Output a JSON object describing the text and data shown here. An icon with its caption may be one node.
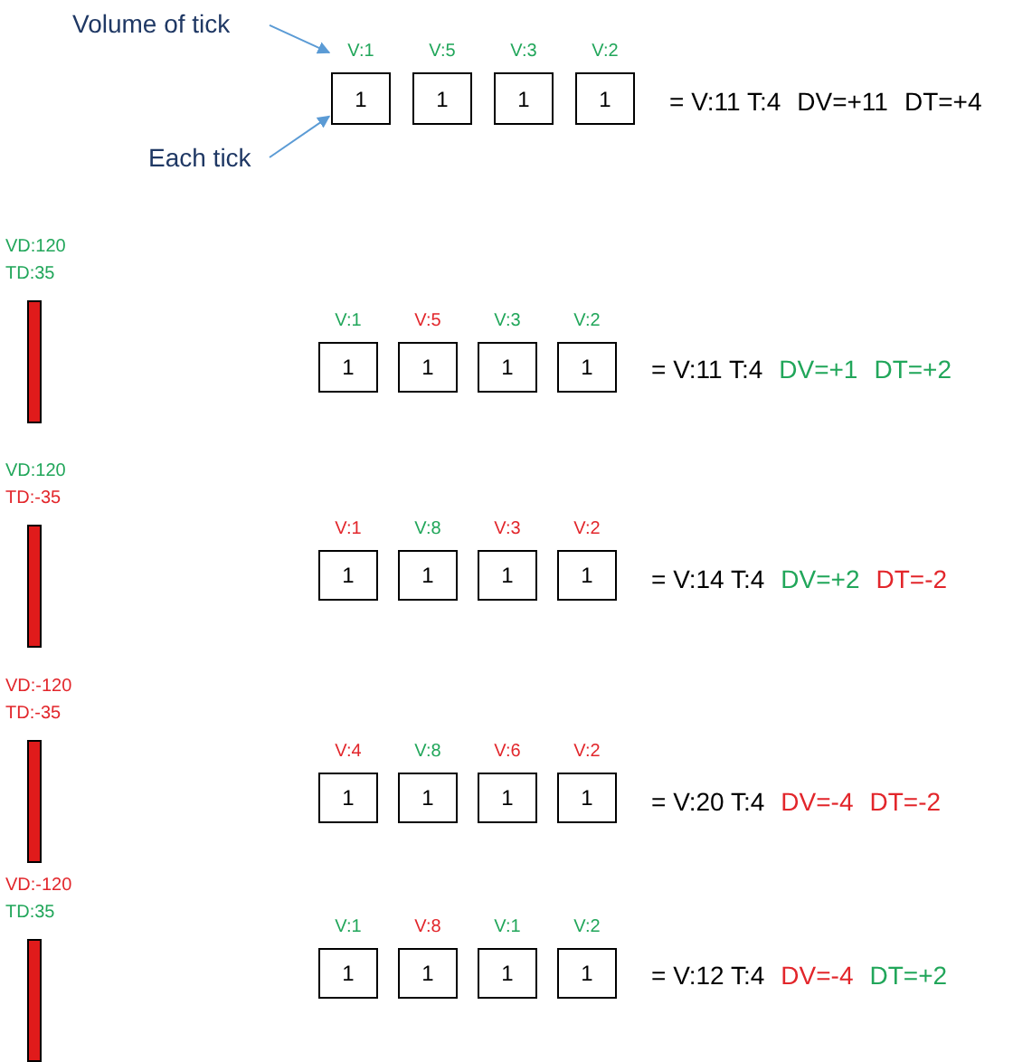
{
  "diagram": {
    "nodes": [
      {
        "text": [
          "Volume of tick"
        ]
      },
      {
        "text": [
          "1"
        ],
        "beside": [
          "V:1"
        ]
      },
      {
        "text": [
          "1"
        ],
        "beside": [
          "V:5"
        ]
      },
      {
        "text": [
          "1"
        ],
        "beside": [
          "V:3"
        ]
      },
      {
        "text": [
          "1"
        ],
        "beside": [
          "V:2"
        ]
      },
      {
        "text": [
          "Each tick"
        ]
      },
      {
        "text": [],
        "shape": "bar",
        "beside": [
          "VD:120",
          "TD:35"
        ]
      },
      {
        "text": [
          "1"
        ],
        "beside": [
          "V:1"
        ]
      },
      {
        "text": [
          "1"
        ],
        "beside": [
          "V:5"
        ]
      },
      {
        "text": [
          "1"
        ],
        "beside": [
          "V:3"
        ]
      },
      {
        "text": [
          "1"
        ],
        "beside": [
          "V:2"
        ]
      },
      {
        "text": [],
        "shape": "bar",
        "beside": [
          "VD:120",
          "TD:-35"
        ]
      },
      {
        "text": [
          "1"
        ],
        "beside": [
          "V:1"
        ]
      },
      {
        "text": [
          "1"
        ],
        "beside": [
          "V:8"
        ]
      },
      {
        "text": [
          "1"
        ],
        "beside": [
          "V:3"
        ]
      },
      {
        "text": [
          "1"
        ],
        "beside": [
          "V:2"
        ]
      },
      {
        "text": [],
        "shape": "bar",
        "beside": [
          "VD:-120",
          "TD:-35"
        ]
      },
      {
        "text": [
          "1"
        ],
        "beside": [
          "V:4"
        ]
      },
      {
        "text": [
          "1"
        ],
        "beside": [
          "V:8"
        ]
      },
      {
        "text": [
          "1"
        ],
        "beside": [
          "V:6"
        ]
      },
      {
        "text": [
          "1"
        ],
        "beside": [
          "V:2"
        ]
      },
      {
        "text": [],
        "shape": "bar",
        "beside": [
          "VD:-120",
          "TD:35"
        ]
      },
      {
        "text": [
          "1"
        ],
        "beside": [
          "V:1"
        ]
      },
      {
        "text": [
          "1"
        ],
        "beside": [
          "V:8"
        ]
      },
      {
        "text": [
          "1"
        ],
        "beside": [
          "V:1"
        ]
      },
      {
        "text": [
          "1"
        ],
        "beside": [
          "V:2"
        ]
      }
    ],
    "edges": [
      {
        "from": 0,
        "to": 1,
        "arrow": "to"
      },
      {
        "from": 5,
        "to": 1,
        "arrow": "to"
      }
    ],
    "labels": [
      "= V:11 T:4",
      "DV=+11",
      "DT=+4",
      "= V:11 T:4",
      "DV=+1",
      "DT=+2",
      "= V:14 T:4",
      "DV=+2",
      "DT=-2",
      "= V:20 T:4",
      "DV=-4",
      "DT=-2",
      "= V:12 T:4",
      "DV=-4",
      "DT=+2"
    ]
  }
}
